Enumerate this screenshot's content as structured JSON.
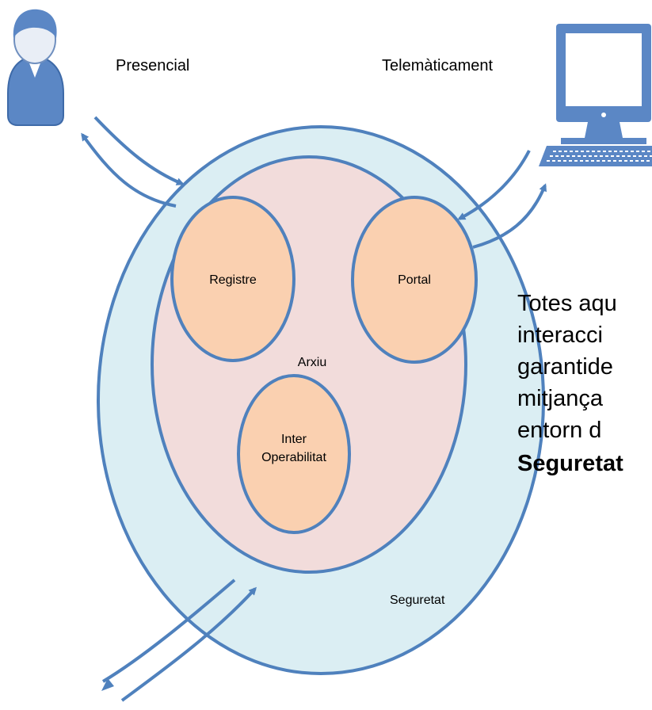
{
  "labels": {
    "presencial": "Presencial",
    "telematicament": "Telemàticament",
    "registre": "Registre",
    "portal": "Portal",
    "arxiu": "Arxiu",
    "inter_line1": "Inter",
    "inter_line2": "Operabilitat",
    "seguretat": "Seguretat"
  },
  "note": {
    "lines": [
      "Totes aqu",
      "interacci",
      "garantide",
      "mitjança",
      "entorn d"
    ],
    "bold_line": "Seguretat"
  },
  "icons": [
    "user-icon",
    "computer-icon"
  ],
  "colors": {
    "outer_fill": "#dbeef3",
    "inner_fill": "#f2dcdb",
    "module_fill": "#fad0b0",
    "stroke": "#4f81bd",
    "icon": "#5b87c5"
  }
}
